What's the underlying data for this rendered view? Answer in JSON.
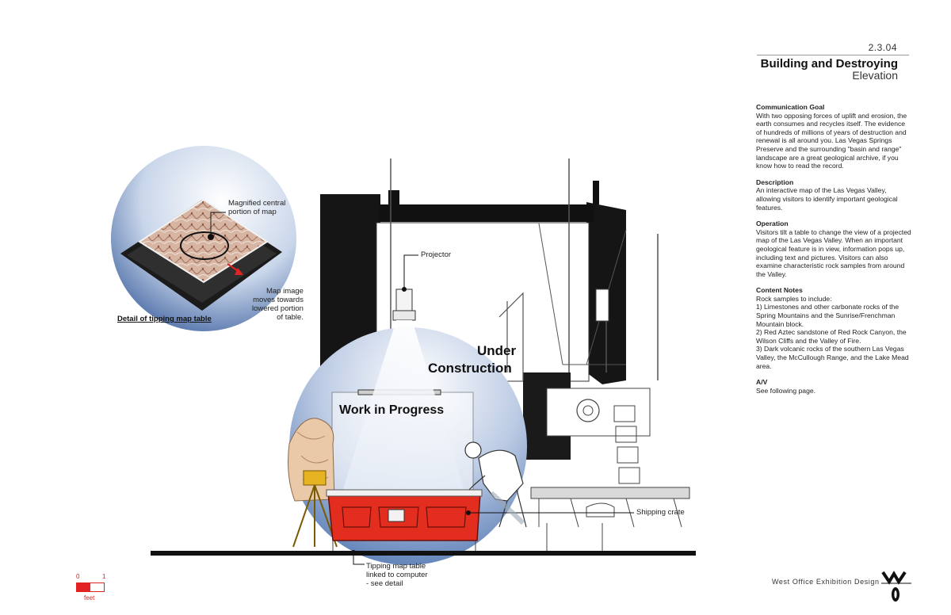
{
  "header": {
    "page_number": "2.3.04",
    "title": "Building and Destroying",
    "subtitle": "Elevation"
  },
  "sections": [
    {
      "heading": "Communication Goal",
      "body": "With two opposing forces of uplift and erosion, the earth consumes and recycles itself. The evidence of hundreds of millions of years of destruction and renewal is all around you. Las Vegas Springs Preserve and the surrounding \"basin and range\" landscape are a great geological archive, if you know how to read the record."
    },
    {
      "heading": "Description",
      "body": "An interactive map of the Las Vegas Valley, allowing visitors to identify important geological features."
    },
    {
      "heading": "Operation",
      "body": "Visitors tilt a table to change the view of a projected map of the Las Vegas Valley. When an important geological feature is in view, information pops up, including text and pictures. Visitors can also examine characteristic rock samples from around the Valley."
    },
    {
      "heading": "Content Notes",
      "body": "Rock samples to include:\n1) Limestones and other carbonate rocks of the Spring Mountains and the Sunrise/Frenchman Mountain block.\n2) Red Aztec sandstone of Red Rock Canyon, the Wilson Cliffs and the Valley of Fire.\n3) Dark volcanic rocks of the southern Las Vegas Valley, the McCullough Range, and the Lake Mead area."
    },
    {
      "heading": "A/V",
      "body": "See following page."
    }
  ],
  "diagram": {
    "overlay_under": "Under",
    "overlay_construction": "Construction",
    "overlay_wip": "Work in Progress",
    "label_magnified_1": "Magnified central",
    "label_magnified_2": "portion of map",
    "label_map_image_1": "Map image",
    "label_map_image_2": "moves towards",
    "label_map_image_3": "lowered portion",
    "label_map_image_4": "of table.",
    "detail_caption": "Detail of tipping map table",
    "label_projector": "Projector",
    "label_shipping_crate": "Shipping crate",
    "label_tipping_1": "Tipping map table",
    "label_tipping_2": "linked to computer",
    "label_tipping_3": "- see detail"
  },
  "scale_bar": {
    "min": "0",
    "max": "1",
    "unit": "feet"
  },
  "footer": {
    "company": "West Office Exhibition Design"
  },
  "colors": {
    "crate_red": "#e32d1f",
    "sky_blue": "#5b84bd",
    "accent_red": "#e32323"
  },
  "icons": [
    "west-office-logo-icon"
  ]
}
